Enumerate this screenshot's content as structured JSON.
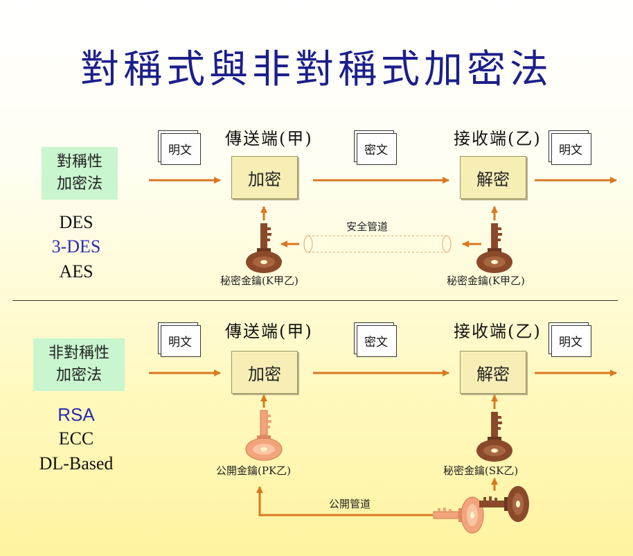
{
  "title": "對稱式與非對稱式加密法",
  "symmetric": {
    "label_line1": "對稱性",
    "label_line2": "加密法",
    "algorithms": [
      "DES",
      "3-DES",
      "AES"
    ],
    "sender": "傳送端(甲)",
    "receiver": "接收端(乙)",
    "plaintext_in": "明文",
    "ciphertext": "密文",
    "plaintext_out": "明文",
    "encrypt": "加密",
    "decrypt": "解密",
    "channel": "安全管道",
    "key_sender": "秘密金鑰(K甲乙)",
    "key_receiver": "秘密金鑰(K甲乙)"
  },
  "asymmetric": {
    "label_line1": "非對稱性",
    "label_line2": "加密法",
    "algorithms": [
      "RSA",
      "ECC",
      "DL-Based"
    ],
    "sender": "傳送端(甲)",
    "receiver": "接收端(乙)",
    "plaintext_in": "明文",
    "ciphertext": "密文",
    "plaintext_out": "明文",
    "encrypt": "加密",
    "decrypt": "解密",
    "key_sender": "公開金鑰(PK乙)",
    "key_receiver": "秘密金鑰(SK乙)",
    "channel": "公開管道"
  },
  "colors": {
    "arrow": "#d8781f",
    "title": "#1c1f8a",
    "label_bg": "#c9f5cf",
    "box_bg": "#f7eeb6",
    "secret_key": "#8a4a2a",
    "public_key": "#f2a47a"
  },
  "icons": [
    "document-icon",
    "secret-key-icon",
    "public-key-icon",
    "pipe-icon"
  ]
}
